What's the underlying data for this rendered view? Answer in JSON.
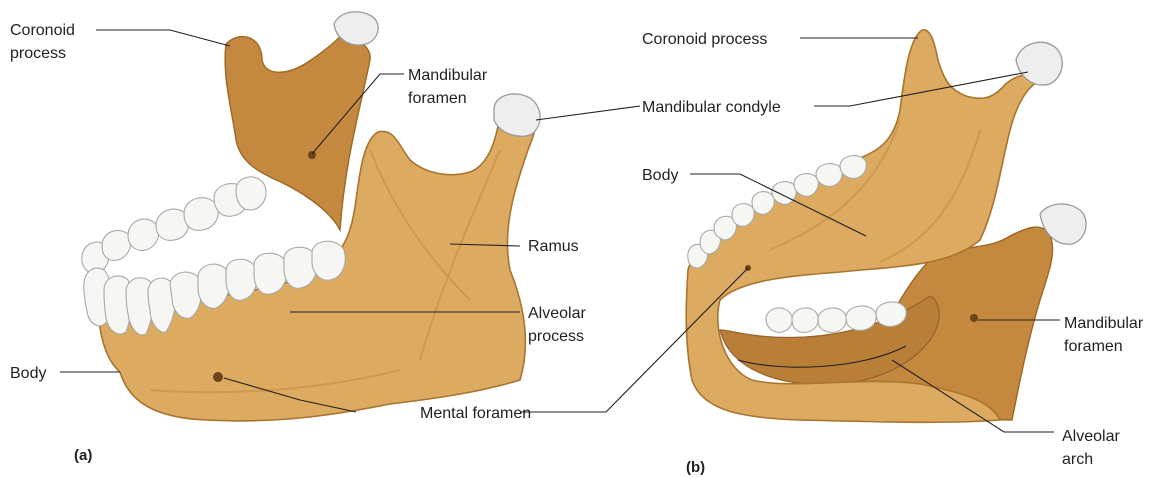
{
  "panel_a": {
    "panel_label": "(a)",
    "labels": {
      "coronoid_line1": "Coronoid",
      "coronoid_line2": "process",
      "mandibular_foramen_line1": "Mandibular",
      "mandibular_foramen_line2": "foramen",
      "ramus": "Ramus",
      "alveolar_process_line1": "Alveolar",
      "alveolar_process_line2": "process",
      "body": "Body"
    }
  },
  "panel_b": {
    "panel_label": "(b)",
    "labels": {
      "coronoid_process": "Coronoid process",
      "body": "Body",
      "mandibular_foramen_line1": "Mandibular",
      "mandibular_foramen_line2": "foramen",
      "alveolar_arch_line1": "Alveolar",
      "alveolar_arch_line2": "arch"
    }
  },
  "shared_labels": {
    "mandibular_condyle": "Mandibular condyle",
    "mental_foramen": "Mental foramen"
  },
  "colors": {
    "bone": "#dcaa60",
    "bone_shadow": "#c4893f",
    "cartilage": "#eeeeee",
    "teeth": "#f6f6f4",
    "text": "#231f20"
  }
}
